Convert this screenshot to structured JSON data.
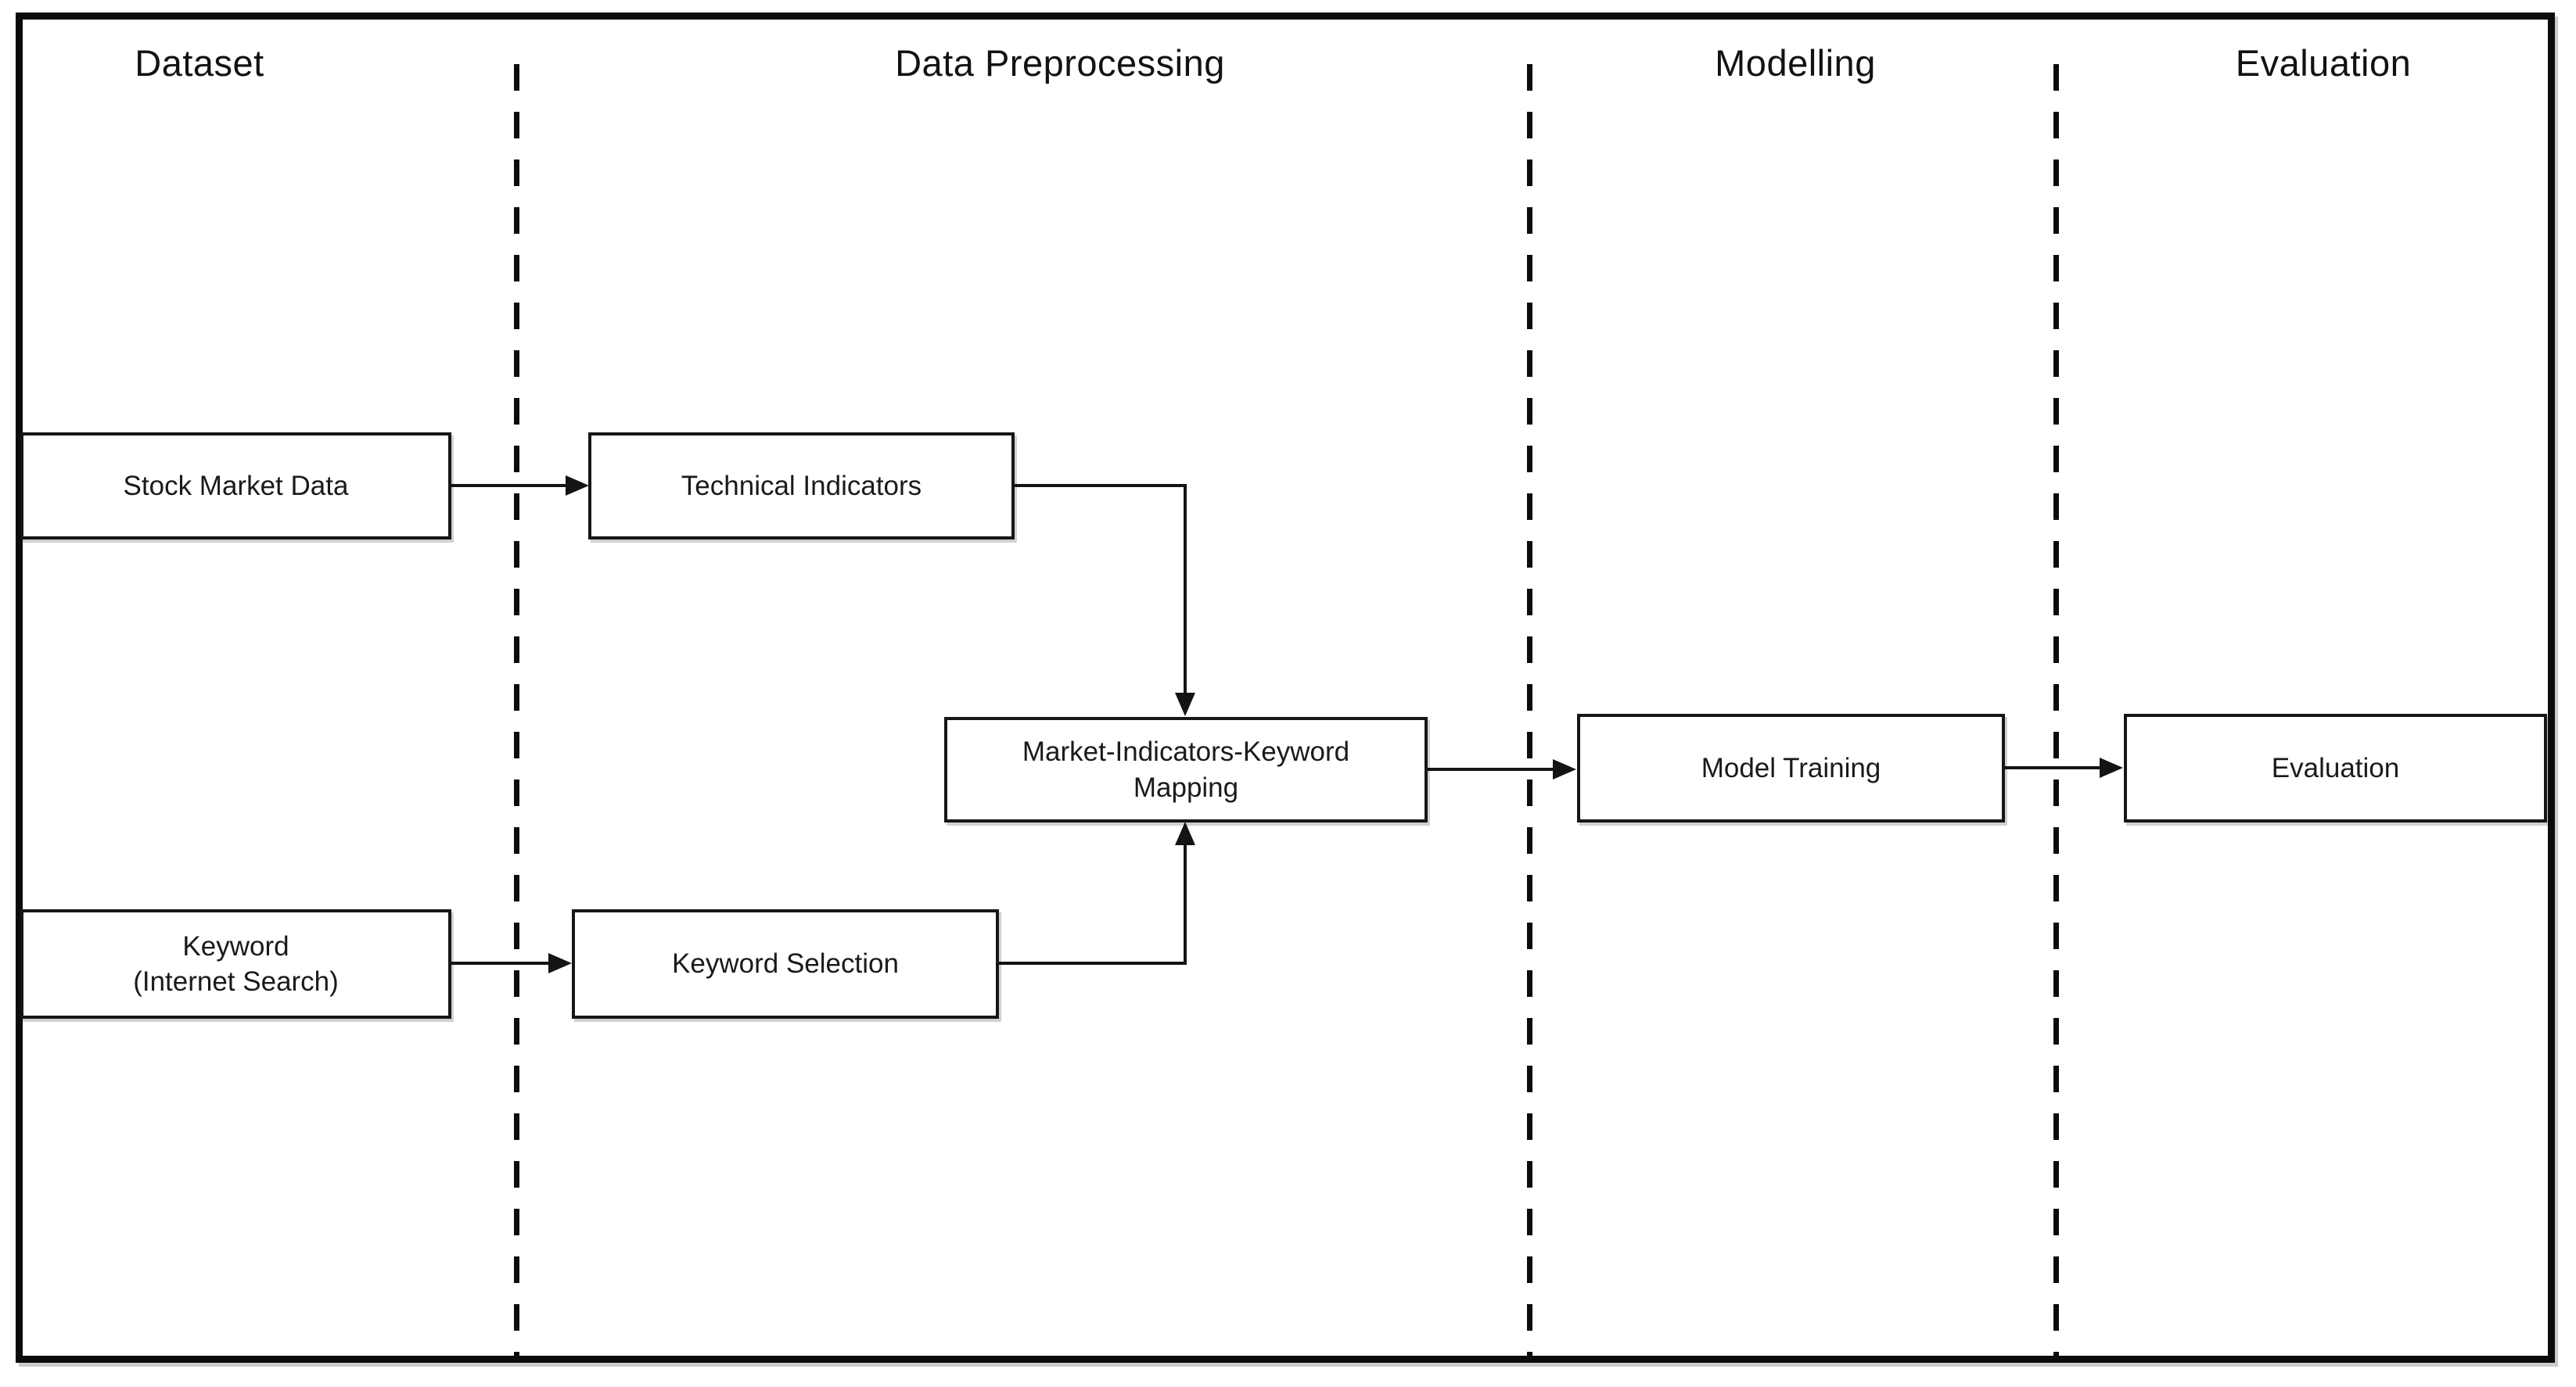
{
  "diagram": {
    "colors": {
      "ink": "#141414",
      "background": "#ffffff"
    },
    "lanes": [
      {
        "id": "dataset",
        "label": "Dataset"
      },
      {
        "id": "data-preprocessing",
        "label": "Data Preprocessing"
      },
      {
        "id": "modelling",
        "label": "Modelling"
      },
      {
        "id": "evaluation",
        "label": "Evaluation"
      }
    ],
    "nodes": {
      "stock_market_data": {
        "label": "Stock Market Data"
      },
      "technical_indicators": {
        "label": "Technical Indicators"
      },
      "mapping": {
        "label_lines": [
          "Market-Indicators-Keyword",
          "Mapping"
        ]
      },
      "keyword": {
        "label_lines": [
          "Keyword",
          "(Internet Search)"
        ]
      },
      "keyword_selection": {
        "label": "Keyword Selection"
      },
      "model_training": {
        "label": "Model Training"
      },
      "evaluation_node": {
        "label": "Evaluation"
      }
    }
  }
}
